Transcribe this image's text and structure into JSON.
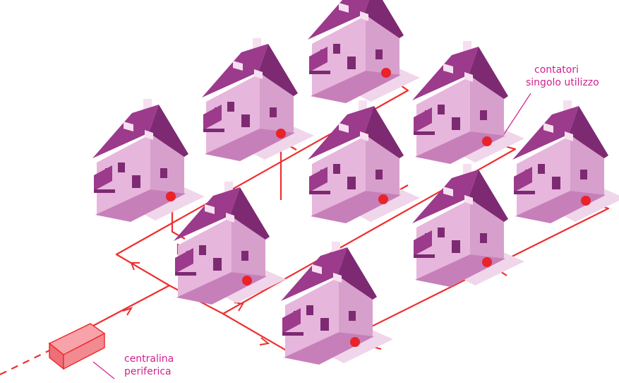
{
  "labels": {
    "meters_line1": "contatori",
    "meters_line2": "singolo utilizzo",
    "hub_line1": "centralina",
    "hub_line2": "periferica"
  },
  "colors": {
    "network": "#ef2f2f",
    "meter": "#e8232a",
    "label": "#d3208e",
    "roof": "#9c3a8c",
    "roof_dark": "#7d2a72",
    "wall": "#e6b6dc",
    "wall_dark": "#cf8fc3",
    "shadow": "#f0d6ea",
    "hub_top": "#f7a3a9",
    "hub_side": "#ee6f78"
  }
}
